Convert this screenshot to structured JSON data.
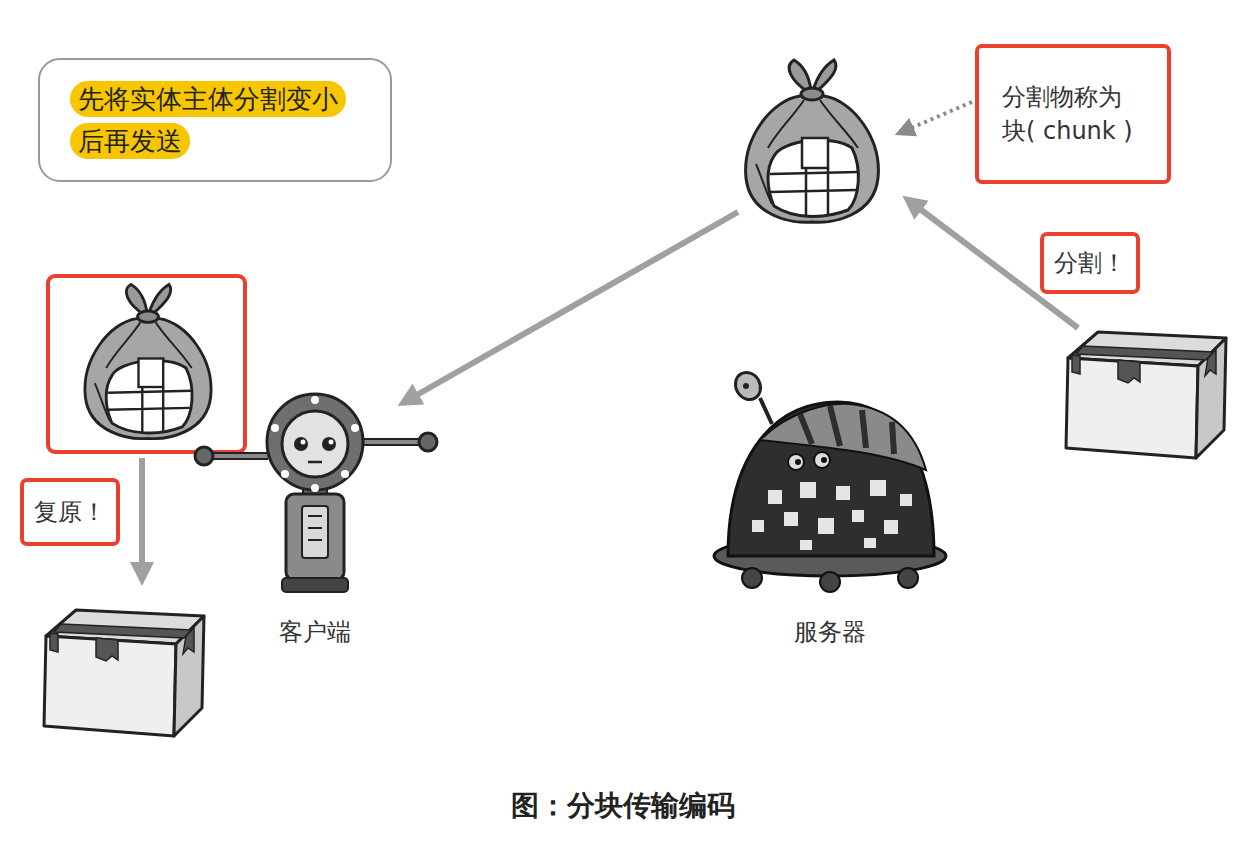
{
  "diagram": {
    "caption": "图：分块传输编码",
    "nodes": [
      {
        "text": [
          "先将实体主体分割变小 后再发送"
        ]
      },
      {
        "text": [
          "分割物称为 块( chunk )"
        ]
      },
      {
        "text": [
          "分割！"
        ]
      },
      {
        "text": [
          "复原！"
        ]
      }
    ],
    "labels": [
      "客户端",
      "服务器"
    ]
  }
}
